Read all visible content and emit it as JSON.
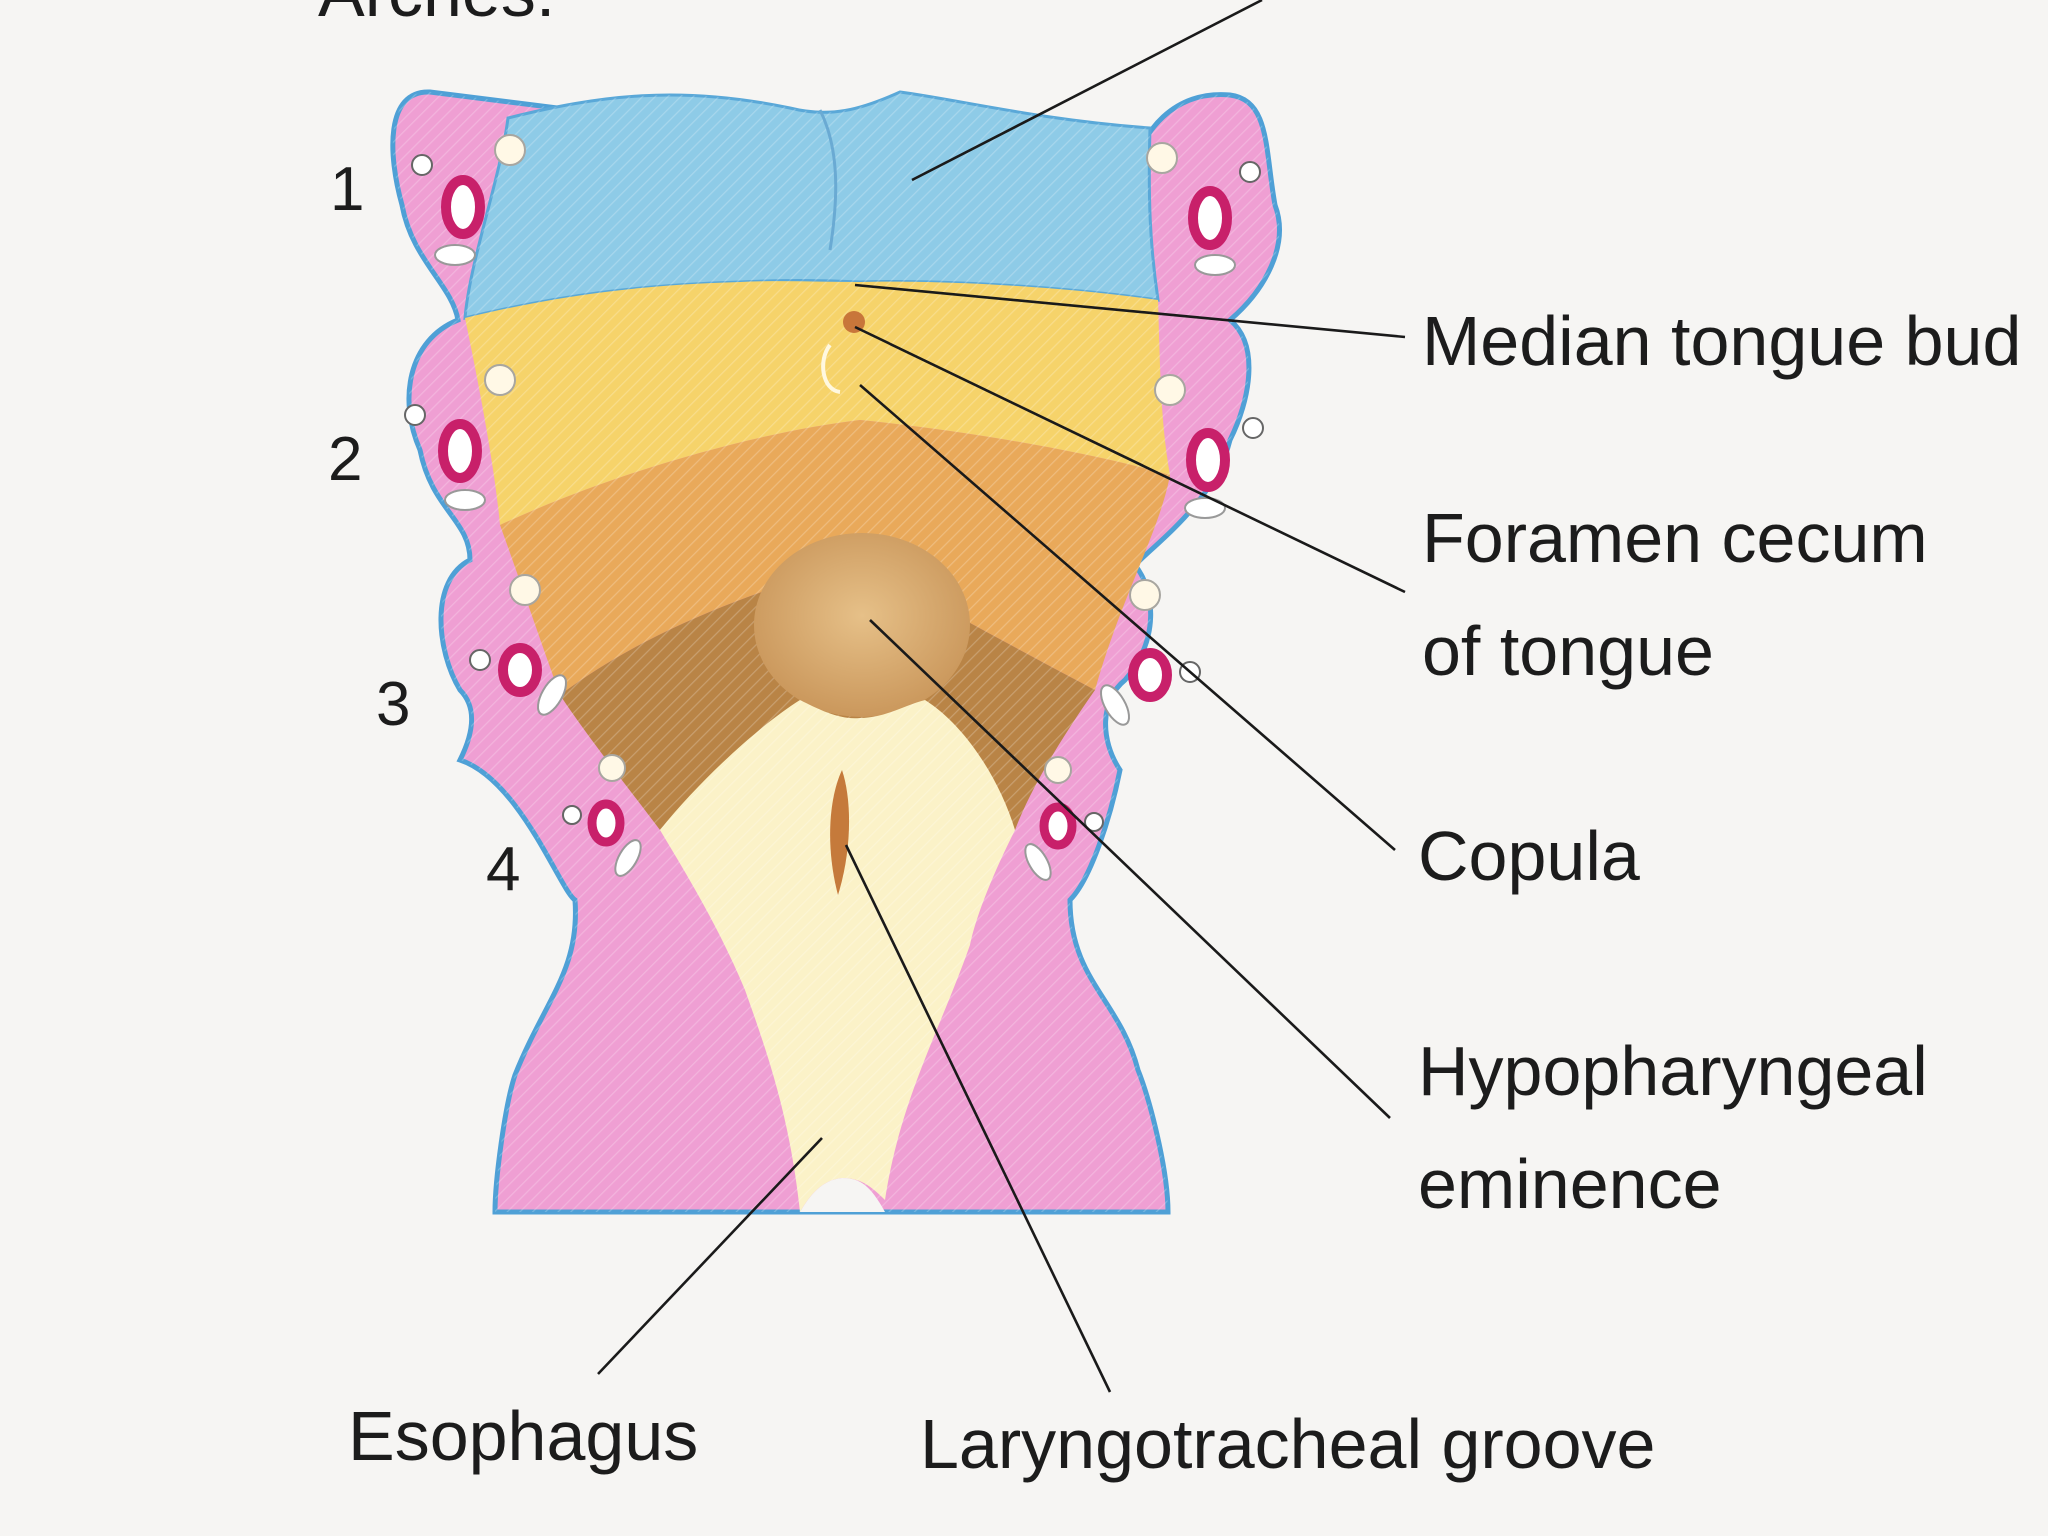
{
  "heading_partial": "Arches:",
  "arch_numbers": [
    "1",
    "2",
    "3",
    "4"
  ],
  "labels": {
    "median_tongue_bud": "Median tongue bud",
    "foramen_cecum_line1": "Foramen cecum",
    "foramen_cecum_line2": "of tongue",
    "copula": "Copula",
    "hypopharyngeal_line1": "Hypopharyngeal",
    "hypopharyngeal_line2": "eminence",
    "esophagus": "Esophagus",
    "laryngotracheal_groove": "Laryngotracheal groove"
  },
  "colors": {
    "arch_pink": "#ef9fd3",
    "tongue_bud_blue": "#8ecbe7",
    "second_arch_yellow": "#f6d36a",
    "third_arch_orange": "#e9a95a",
    "fourth_arch_brown": "#b98446",
    "esophagus_cream": "#fbf2c8",
    "artery_crimson": "#c8206a",
    "outline_blue": "#4fa0d6"
  }
}
